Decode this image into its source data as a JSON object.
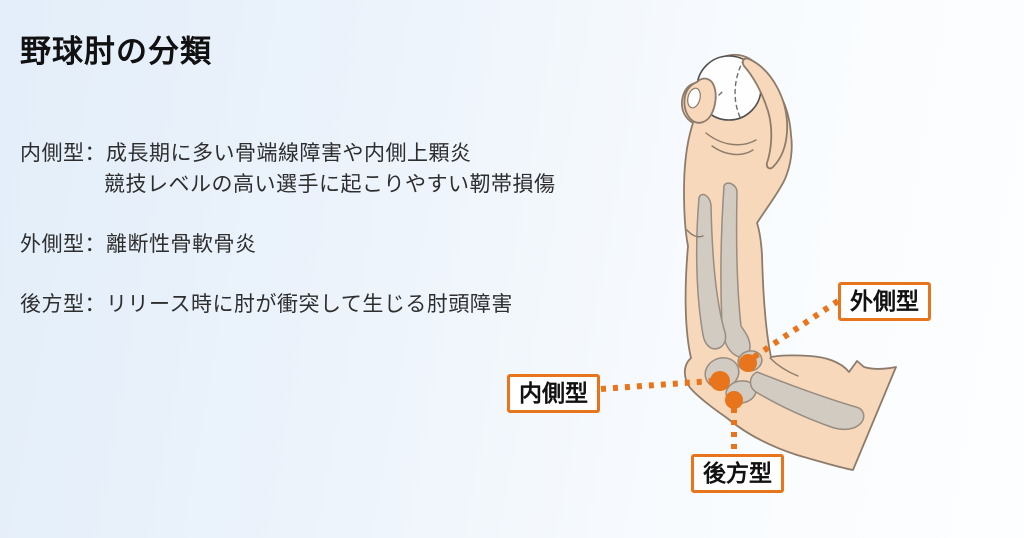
{
  "title": "野球肘の分類",
  "body": {
    "medial_line1": "内側型：成長期に多い骨端線障害や内側上顆炎",
    "medial_line2": "競技レベルの高い選手に起こりやすい靭帯損傷",
    "lateral_line": "外側型：離断性骨軟骨炎",
    "posterior_line": "後方型：リリース時に肘が衝突して生じる肘頭障害"
  },
  "figure": {
    "name": "right-arm-holding-baseball-with-elbow-bones",
    "labels": {
      "lateral": "外側型",
      "medial": "内側型",
      "posterior": "後方型"
    }
  },
  "colors": {
    "accent_orange": "#e8751c",
    "skin": "#f7d8ba",
    "skin_outline": "#8d7c6b",
    "bone": "#d2cbc2",
    "bone_outline": "#978d81",
    "ball_outline": "#4f4f4f",
    "bg_left": "#e3eefa",
    "bg_right": "#fdfeff",
    "title_text": "#111111",
    "body_text": "#2e2e2e"
  }
}
